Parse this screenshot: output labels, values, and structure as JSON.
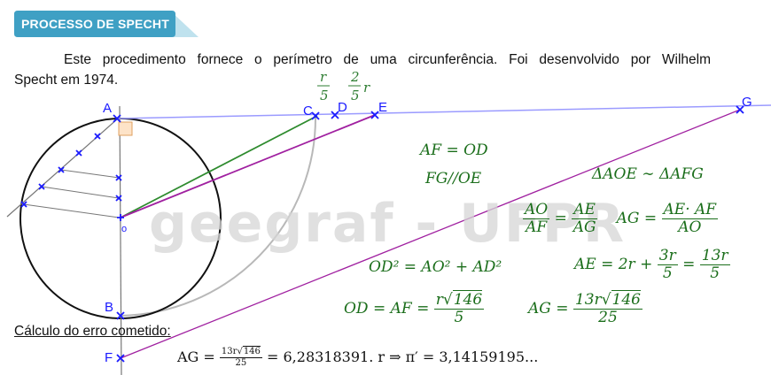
{
  "header": {
    "title": "PROCESSO DE SPECHT"
  },
  "intro": {
    "line1": "Este procedimento fornece o perímetro de uma circunferência. Foi desenvolvido por Wilhelm",
    "line2": "Specht em 1974."
  },
  "points": {
    "A": "A",
    "B": "B",
    "C": "C",
    "D": "D",
    "E": "E",
    "G": "G",
    "F": "F",
    "O": "O"
  },
  "fractions": {
    "r5_num": "r",
    "r5_den": "5",
    "tworr5_num": "2",
    "tworr5_den": "5",
    "tworr5_r": "r"
  },
  "watermark": "geegraf - UFPR",
  "formulas": {
    "af_od": "AF = OD",
    "fg_oe": "FG//OE",
    "similar": "ΔAOE ∼ ΔAFG",
    "ratio_ao_num": "AO",
    "ratio_ao_den": "AF",
    "ratio_ae_num": "AE",
    "ratio_ae_den": "AG",
    "ag_eq": "AG =",
    "ag_frac_num": "AE· AF",
    "ag_frac_den": "AO",
    "pythag": "OD² = AO² + AD²",
    "ae_eq": "AE = 2r +",
    "ae_frac1_num": "3r",
    "ae_frac1_den": "5",
    "ae_frac2_num": "13r",
    "ae_frac2_den": "5",
    "od_eq": "OD = AF =",
    "od_frac_pre": "r",
    "od_frac_sqrt": "146",
    "od_frac_den": "5",
    "ag2_eq": "AG =",
    "ag2_frac_pre": "13r",
    "ag2_frac_sqrt": "146",
    "ag2_frac_den": "25"
  },
  "calc": {
    "label": "Cálculo do erro cometido",
    "label_colon": ":",
    "lhs": "AG =",
    "num_pre": "13r",
    "num_sqrt": "146",
    "den": "25",
    "rhs": "= 6,28318391. r ⇒  π′ = 3,14159195..."
  },
  "colors": {
    "title_bg": "#3fa0c4",
    "point": "#1a1aff",
    "formula": "#1b6e1b",
    "green_line": "#2e8b2e",
    "purple_line": "#a020a0",
    "top_line": "#9b9bff"
  }
}
